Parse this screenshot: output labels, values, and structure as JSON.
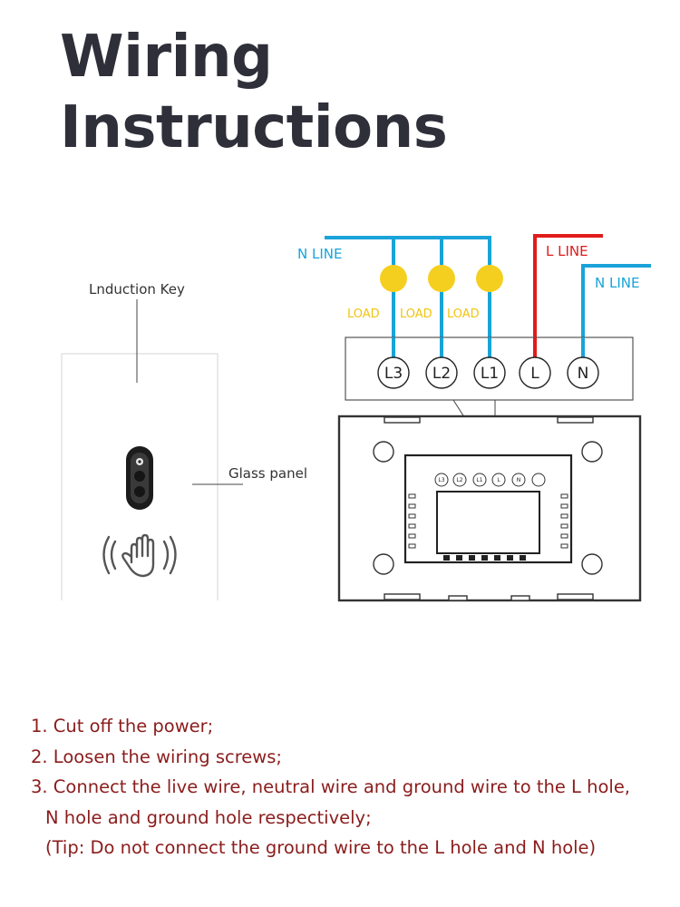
{
  "title": {
    "line1": "Wiring",
    "line2": "Instructions"
  },
  "panel": {
    "induction_key_label": "Lnduction Key",
    "glass_panel_label": "Glass  panel"
  },
  "wiring": {
    "n_line_left": "N LINE",
    "l_line": "L LINE",
    "n_line_right": "N LINE",
    "load_labels": [
      "LOAD",
      "LOAD",
      "LOAD"
    ],
    "terminals": [
      "L3",
      "L2",
      "L1",
      "L",
      "N"
    ]
  },
  "instructions": {
    "step1": "1. Cut off the power;",
    "step2": "2. Loosen the wiring screws;",
    "step3a": "3. Connect the live wire, neutral wire and ground wire to the L hole,",
    "step3b": "N hole and ground hole respectively;",
    "tip": "(Tip: Do not connect the ground wire to the L hole and N hole)"
  },
  "colors": {
    "title": "#2f2f3a",
    "neutral_wire": "#1aa3d9",
    "live_wire": "#e01b1b",
    "load": "#f5cf1f",
    "instructions": "#8b1c1c"
  },
  "icons": [
    "camera-sensor-icon",
    "wave-hand-icon"
  ]
}
